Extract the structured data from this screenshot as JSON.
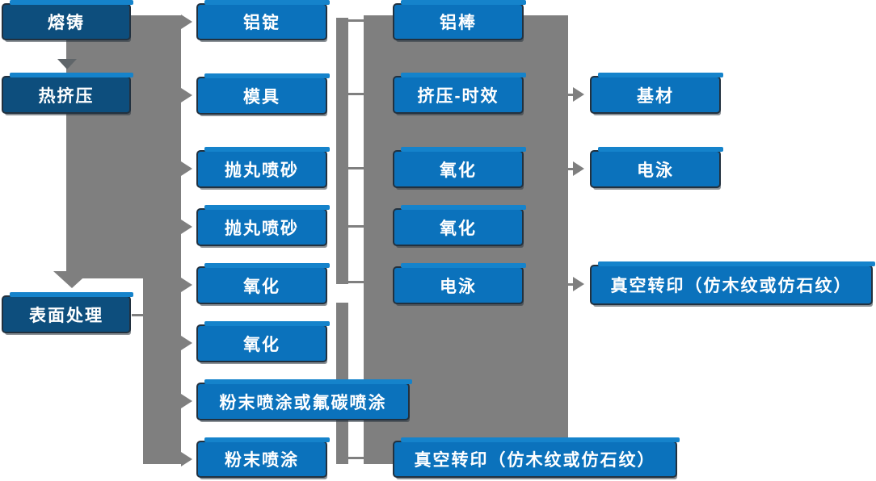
{
  "diagram_title": "aluminum-profile-process-flowchart",
  "colors": {
    "dark_blue": "#0D4E7D",
    "light_blue": "#0B72BC",
    "highlight_blue": "#1583CB",
    "connector_gray": "#7F7F7F",
    "arrow_dark_gray": "#5F6569",
    "border": "#22313F",
    "text": "#FFFFFF"
  },
  "nodes": {
    "melting": "熔铸",
    "hot_extrusion": "热挤压",
    "surface_treatment": "表面处理",
    "aluminum_ingot": "铝锭",
    "mold": "模具",
    "shot_blasting_1": "抛丸喷砂",
    "shot_blasting_2": "抛丸喷砂",
    "oxidation_1": "氧化",
    "oxidation_2": "氧化",
    "powder_or_fluorocarbon": "粉末喷涂或氟碳喷涂",
    "powder_coating": "粉末喷涂",
    "aluminum_rod": "铝棒",
    "extrusion_aging": "挤压-时效",
    "oxidation_3": "氧化",
    "oxidation_4": "氧化",
    "electrophoresis_1": "电泳",
    "vacuum_transfer_1": "真空转印（仿木纹或仿石纹）",
    "base_material": "基材",
    "electrophoresis_2": "电泳",
    "vacuum_transfer_2": "真空转印（仿木纹或仿石纹）"
  },
  "flows": [
    {
      "from": "melting",
      "to": "hot_extrusion"
    },
    {
      "from": "hot_extrusion",
      "to": "surface_treatment"
    },
    {
      "from": "melting_hot_extrusion_band",
      "to": "aluminum_ingot"
    },
    {
      "from": "melting_hot_extrusion_band",
      "to": "mold"
    },
    {
      "from": "melting_hot_extrusion_band",
      "to": "shot_blasting_1"
    },
    {
      "from": "melting_hot_extrusion_band",
      "to": "shot_blasting_2"
    },
    {
      "from": "melting_hot_extrusion_band",
      "to": "oxidation_1"
    },
    {
      "from": "surface_treatment",
      "to": "oxidation_2"
    },
    {
      "from": "surface_treatment",
      "to": "powder_or_fluorocarbon"
    },
    {
      "from": "surface_treatment",
      "to": "powder_coating"
    },
    {
      "from": "aluminum_ingot",
      "to": "aluminum_rod"
    },
    {
      "from": "mold",
      "to": "extrusion_aging"
    },
    {
      "from": "shot_blasting_1",
      "to": "oxidation_3"
    },
    {
      "from": "shot_blasting_2",
      "to": "oxidation_4"
    },
    {
      "from": "oxidation_1",
      "to": "electrophoresis_1"
    },
    {
      "from": "powder_coating",
      "to": "vacuum_transfer_1"
    },
    {
      "from": "extrusion_aging",
      "to": "base_material"
    },
    {
      "from": "oxidation_3",
      "to": "electrophoresis_2"
    },
    {
      "from": "electrophoresis_1",
      "to": "vacuum_transfer_2"
    }
  ]
}
